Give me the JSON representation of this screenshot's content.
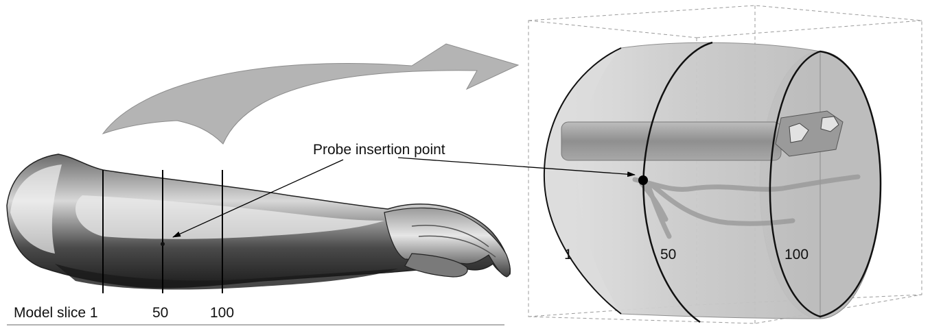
{
  "labels": {
    "probe_insertion_point": "Probe insertion point",
    "arm_slice_prefix": "Model slice 1",
    "arm_slice_50": "50",
    "arm_slice_100": "100",
    "model_slice_1": "1",
    "model_slice_50": "50",
    "model_slice_100": "100"
  },
  "colors": {
    "arrow_fill": "#b4b4b4",
    "arrow_stroke": "#8c8c8c",
    "tissue_fill": "#cfcfcf",
    "tissue_dark": "#a9a9a9",
    "bone": "#8e8e8e",
    "line": "#000000",
    "box_dash": "#9a9a9a"
  },
  "icons": {
    "arm": "forearm-illustration",
    "model": "3d-tissue-model",
    "transfer": "curved-arrow"
  }
}
